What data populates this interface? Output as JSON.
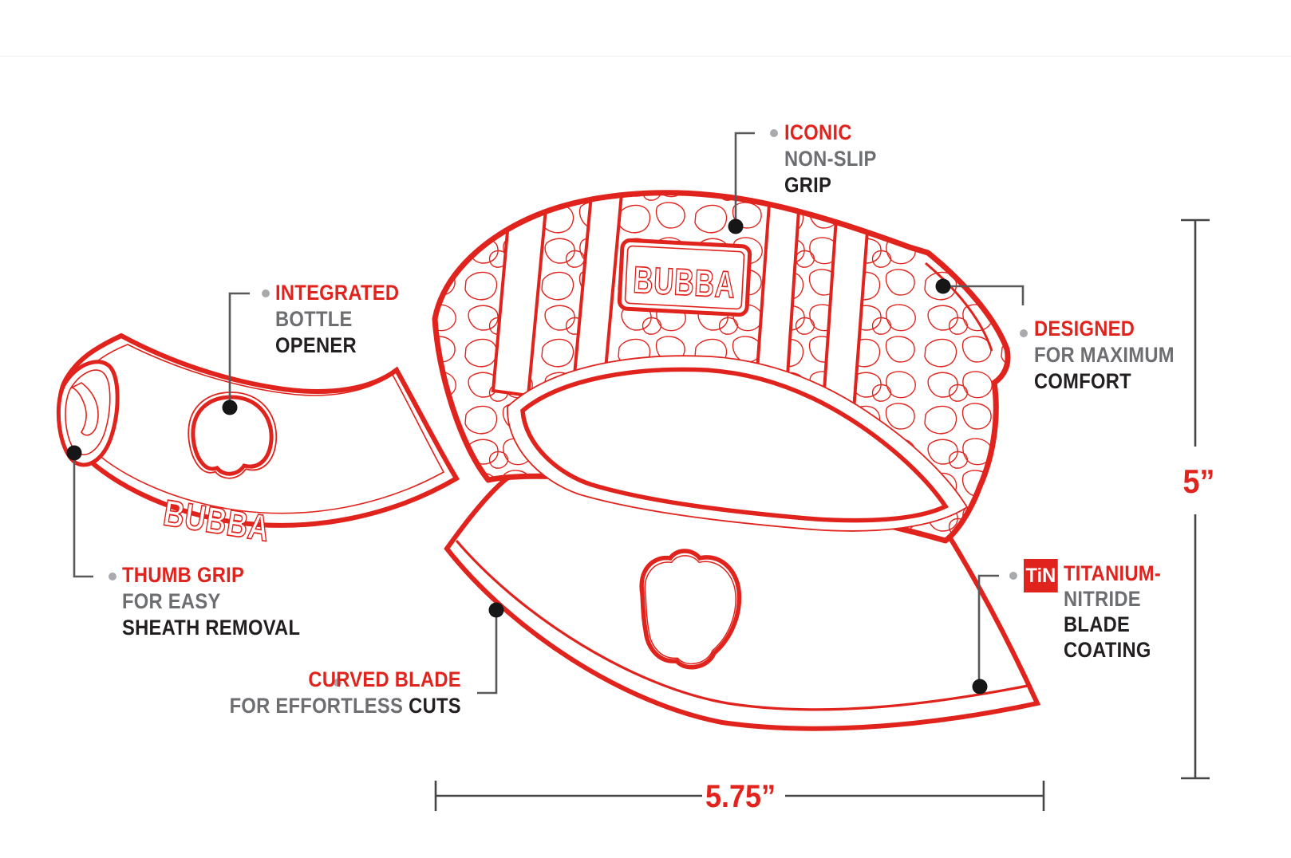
{
  "page": {
    "background": "#ffffff",
    "top_divider_color": "#f1f1f2"
  },
  "colors": {
    "red": "#e1231d",
    "gray_text": "#6d6e71",
    "black_text": "#231f20",
    "leader_line": "#58595b",
    "bullet": "#a8aaad",
    "dimension_line": "#454547"
  },
  "brand": {
    "logo": "BUBBA"
  },
  "callouts": {
    "grip": {
      "l1": "ICONIC",
      "l2": "NON-SLIP",
      "l3": "GRIP"
    },
    "opener": {
      "l1": "INTEGRATED",
      "l2": "BOTTLE",
      "l3": "OPENER"
    },
    "comfort": {
      "l1": "DESIGNED",
      "l2": "FOR MAXIMUM",
      "l3": "COMFORT"
    },
    "thumb": {
      "l1": "THUMB GRIP",
      "l2": "FOR EASY",
      "l3": "SHEATH REMOVAL"
    },
    "blade": {
      "l1": "CURVED BLADE",
      "l2a": "FOR EFFORTLESS",
      "l2b": "CUTS"
    },
    "tin": {
      "badge": "TiN",
      "l1": "TITANIUM-",
      "l2": "NITRIDE",
      "l3": "BLADE",
      "l4": "COATING"
    }
  },
  "dimensions": {
    "height": "5”",
    "width": "5.75”"
  }
}
